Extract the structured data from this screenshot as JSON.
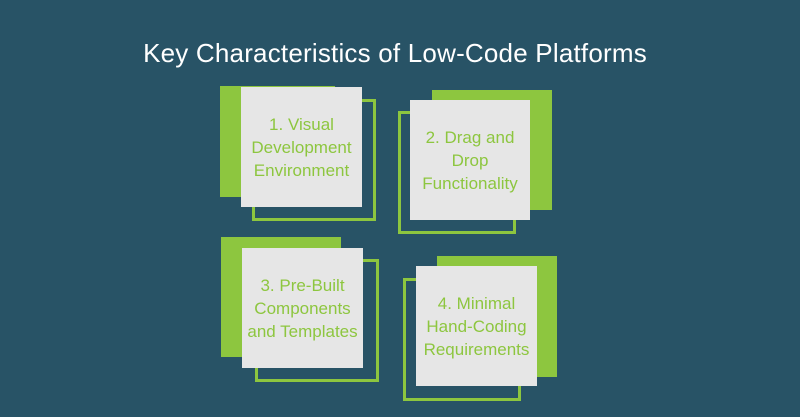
{
  "diagram": {
    "title": "Key Characteristics of Low-Code Platforms",
    "colors": {
      "background": "#285366",
      "accent": "#8dc63f",
      "card": "#e6e6e6",
      "title_text": "#ffffff"
    },
    "cards": [
      {
        "label": "1. Visual Development Environment"
      },
      {
        "label": "2. Drag and Drop Functionality"
      },
      {
        "label": "3. Pre-Built Components and Templates"
      },
      {
        "label": "4. Minimal Hand-Coding Requirements"
      }
    ]
  }
}
